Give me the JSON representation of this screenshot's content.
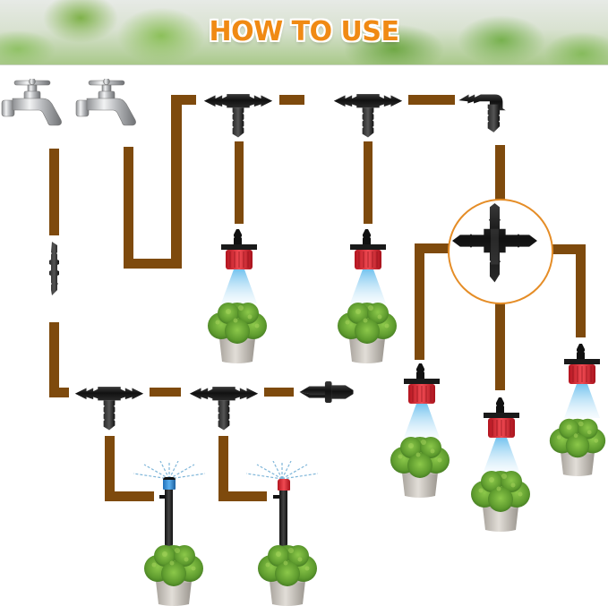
{
  "banner": {
    "title": "HOW TO USE",
    "title_color": "#f08a14"
  },
  "colors": {
    "pipe": "#7e4a0d",
    "fitting": "#1e1e1e",
    "dripper_red": "#e0303a",
    "sprinkler_blue": "#3a8fd8",
    "spray": "#8fcdf0",
    "highlight_ring": "#e58d27",
    "plant": "#5e9b2e",
    "pot": "#cfcac3"
  },
  "diagram": {
    "faucets": [
      {
        "id": "faucet-1",
        "icon": "faucet-icon"
      },
      {
        "id": "faucet-2",
        "icon": "faucet-icon"
      }
    ],
    "fittings": [
      {
        "id": "straight-coupler",
        "type": "straight-connector"
      },
      {
        "id": "tee-top-1",
        "type": "tee-connector"
      },
      {
        "id": "tee-top-2",
        "type": "tee-connector"
      },
      {
        "id": "elbow-top",
        "type": "elbow-connector"
      },
      {
        "id": "cross-highlight",
        "type": "cross-connector"
      },
      {
        "id": "tee-bottom-1",
        "type": "tee-connector"
      },
      {
        "id": "tee-bottom-2",
        "type": "tee-connector"
      },
      {
        "id": "end-plug",
        "type": "end-plug"
      }
    ],
    "emitters": [
      {
        "id": "dripper-1",
        "type": "red-adjustable-dripper"
      },
      {
        "id": "dripper-2",
        "type": "red-adjustable-dripper"
      },
      {
        "id": "dripper-3",
        "type": "red-adjustable-dripper"
      },
      {
        "id": "dripper-4",
        "type": "red-adjustable-dripper"
      },
      {
        "id": "dripper-5",
        "type": "red-adjustable-dripper"
      },
      {
        "id": "sprinkler-blue",
        "type": "blue-stake-sprinkler"
      },
      {
        "id": "sprinkler-red",
        "type": "red-stake-sprinkler"
      }
    ],
    "plants": 7
  }
}
